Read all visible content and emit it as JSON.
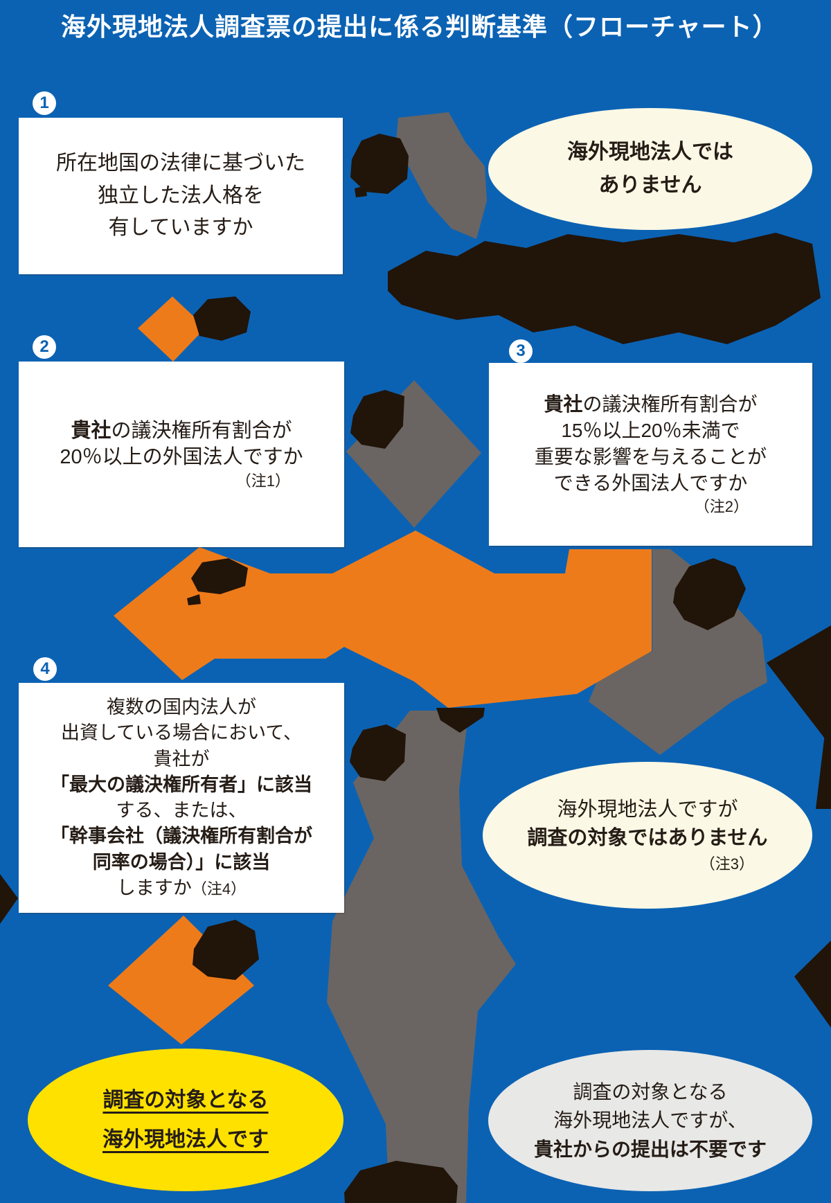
{
  "title": "海外現地法人調査票の提出に係る判断基準（フローチャート）",
  "colors": {
    "background": "#0B62B3",
    "flow_yes_orange": "#EE7B1A",
    "flow_no_gray": "#6A6562",
    "distorted_label_black": "#211409",
    "result_cream": "#FBF8E5",
    "result_yellow": "#FFE100",
    "result_light_gray": "#E8E8E6",
    "box_white": "#FFFFFF",
    "text_dark": "#251C16",
    "badge_number_blue": "#0B62B3",
    "title_white": "#FFFFFF"
  },
  "badges": {
    "step1": "1",
    "step2": "2",
    "step3": "3",
    "step4": "4"
  },
  "box1": {
    "line1": "所在地国の法律に基づいた",
    "line2": "独立した法人格を",
    "line3": "有していますか"
  },
  "box2": {
    "bold": "貴社",
    "line1_rest": "の議決権所有割合が",
    "line2": "20％以上の外国法人ですか",
    "note": "（注1）"
  },
  "box3": {
    "bold": "貴社",
    "line1_rest": "の議決権所有割合が",
    "line2": "15％以上20％未満で",
    "line3": "重要な影響を与えることが",
    "line4": "できる外国法人ですか",
    "note": "（注2）"
  },
  "box4": {
    "line1": "複数の国内法人が",
    "line2": "出資している場合において、",
    "line3": "貴社が",
    "line4": "「最大の議決権所有者」に該当",
    "line5": "する、または、",
    "line6": "「幹事会社（議決権所有割合が",
    "line7": "同率の場合）」に該当",
    "line8": "しますか",
    "note": "（注4）"
  },
  "result_not_foreign": {
    "line1": "海外現地法人では",
    "line2": "ありません"
  },
  "result_not_surveyed": {
    "line1": "海外現地法人ですが",
    "line2": "調査の対象ではありません",
    "note": "（注3）"
  },
  "result_surveyed": {
    "line1": "調査の対象となる",
    "line2": "海外現地法人です"
  },
  "result_no_submission": {
    "line1": "調査の対象となる",
    "line2": "海外現地法人ですが、",
    "line3": "貴社からの提出は不要です"
  }
}
